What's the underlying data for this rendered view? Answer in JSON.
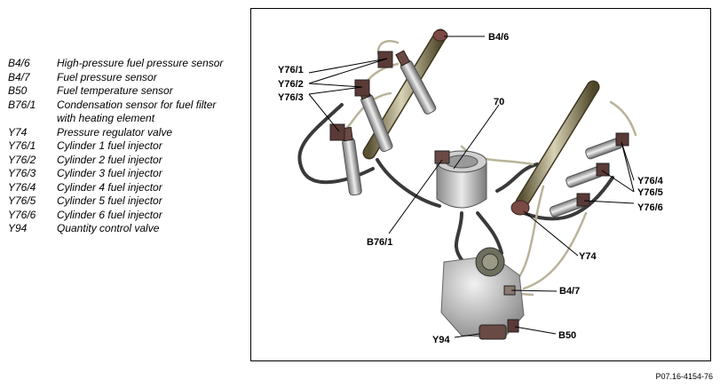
{
  "legend": [
    {
      "code": "B4/6",
      "desc": "High-pressure fuel pressure sensor"
    },
    {
      "code": "B4/7",
      "desc": "Fuel pressure sensor"
    },
    {
      "code": "B50",
      "desc": "Fuel temperature sensor"
    },
    {
      "code": "B76/1",
      "desc": "Condensation sensor for fuel filter with heating element"
    },
    {
      "code": "Y74",
      "desc": "Pressure regulator valve"
    },
    {
      "code": "Y76/1",
      "desc": "Cylinder 1 fuel injector"
    },
    {
      "code": "Y76/2",
      "desc": "Cylinder 2 fuel injector"
    },
    {
      "code": "Y76/3",
      "desc": "Cylinder 3 fuel injector"
    },
    {
      "code": "Y76/4",
      "desc": "Cylinder 4 fuel injector"
    },
    {
      "code": "Y76/5",
      "desc": "Cylinder 5 fuel injector"
    },
    {
      "code": "Y76/6",
      "desc": "Cylinder 6 fuel injector"
    },
    {
      "code": "Y94",
      "desc": "Quantity control valve"
    }
  ],
  "callouts": {
    "b4_6": "B4/6",
    "y76_1": "Y76/1",
    "y76_2": "Y76/2",
    "y76_3": "Y76/3",
    "seventy": "70",
    "y76_4": "Y76/4",
    "y76_5": "Y76/5",
    "y76_6": "Y76/6",
    "b76_1": "B76/1",
    "y74": "Y74",
    "b4_7": "B4/7",
    "b50": "B50",
    "y94": "Y94"
  },
  "figure_id": "P07.16-4154-76"
}
